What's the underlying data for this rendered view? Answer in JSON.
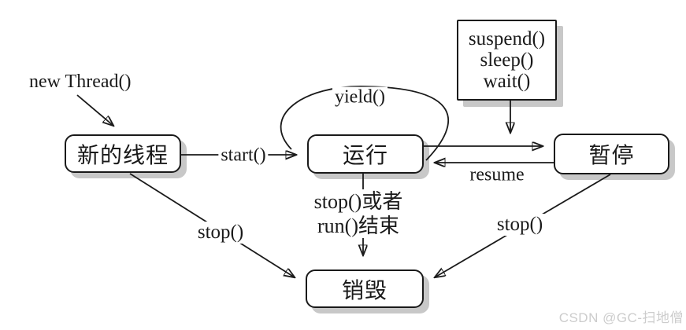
{
  "diagram": {
    "nodes": {
      "new_thread": {
        "label": "新的线程"
      },
      "running": {
        "label": "运行"
      },
      "paused": {
        "label": "暂停"
      },
      "destroyed": {
        "label": "销毁"
      }
    },
    "method_box": {
      "lines": [
        "suspend()",
        "sleep()",
        "wait()"
      ]
    },
    "edge_labels": {
      "new_thread_call": "new Thread()",
      "start": "start()",
      "yield": "yield()",
      "resume": "resume",
      "stop_or_run_line1": "stop()或者",
      "stop_or_run_line2": "run()结束",
      "stop_left": "stop()",
      "stop_right": "stop()"
    }
  },
  "watermark": "CSDN @GC-扫地僧",
  "colors": {
    "line": "#1a1a1a",
    "shadow": "#c8c8c8",
    "box_background": "#ffffff",
    "watermark": "#cccccc"
  }
}
